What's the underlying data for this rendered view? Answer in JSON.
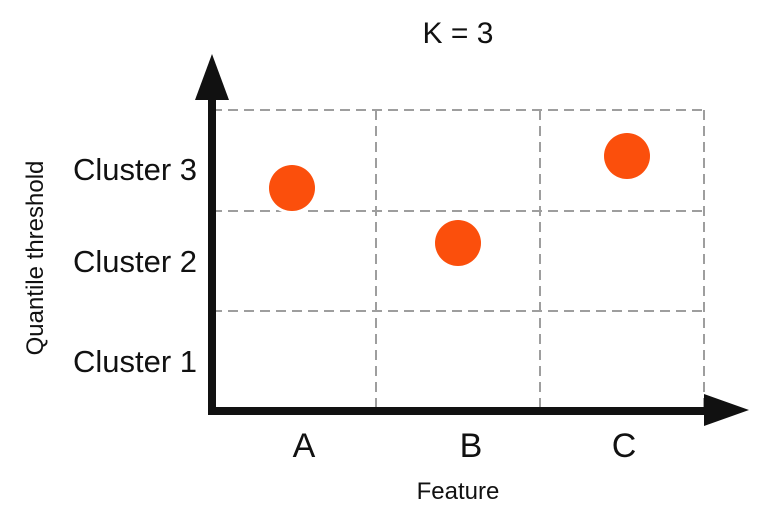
{
  "figure": {
    "background": "#FFFFFF"
  },
  "chart_data": {
    "type": "scatter",
    "title": "K = 3",
    "k_value": 3,
    "xlabel": "Feature",
    "ylabel": "Quantile threshold",
    "x_tick_labels": [
      "A",
      "B",
      "C"
    ],
    "y_tick_labels_bottom_to_top": [
      "Cluster 1",
      "Cluster 2",
      "Cluster 3"
    ],
    "x_range": [
      0,
      3
    ],
    "y_range": [
      0,
      3
    ],
    "grid": "dashed 3x3 region grid",
    "legend": "none",
    "points": [
      {
        "feature": "A",
        "region": "Cluster 3",
        "x": 0.49,
        "y": 2.22
      },
      {
        "feature": "B",
        "region": "Cluster 2",
        "x": 1.5,
        "y": 1.67
      },
      {
        "feature": "C",
        "region": "Cluster 3",
        "x": 2.53,
        "y": 2.54
      }
    ],
    "colors": {
      "point": "#FB4F0C",
      "axis": "#111111",
      "grid": "#9E9E9E",
      "text": "#111111"
    }
  }
}
